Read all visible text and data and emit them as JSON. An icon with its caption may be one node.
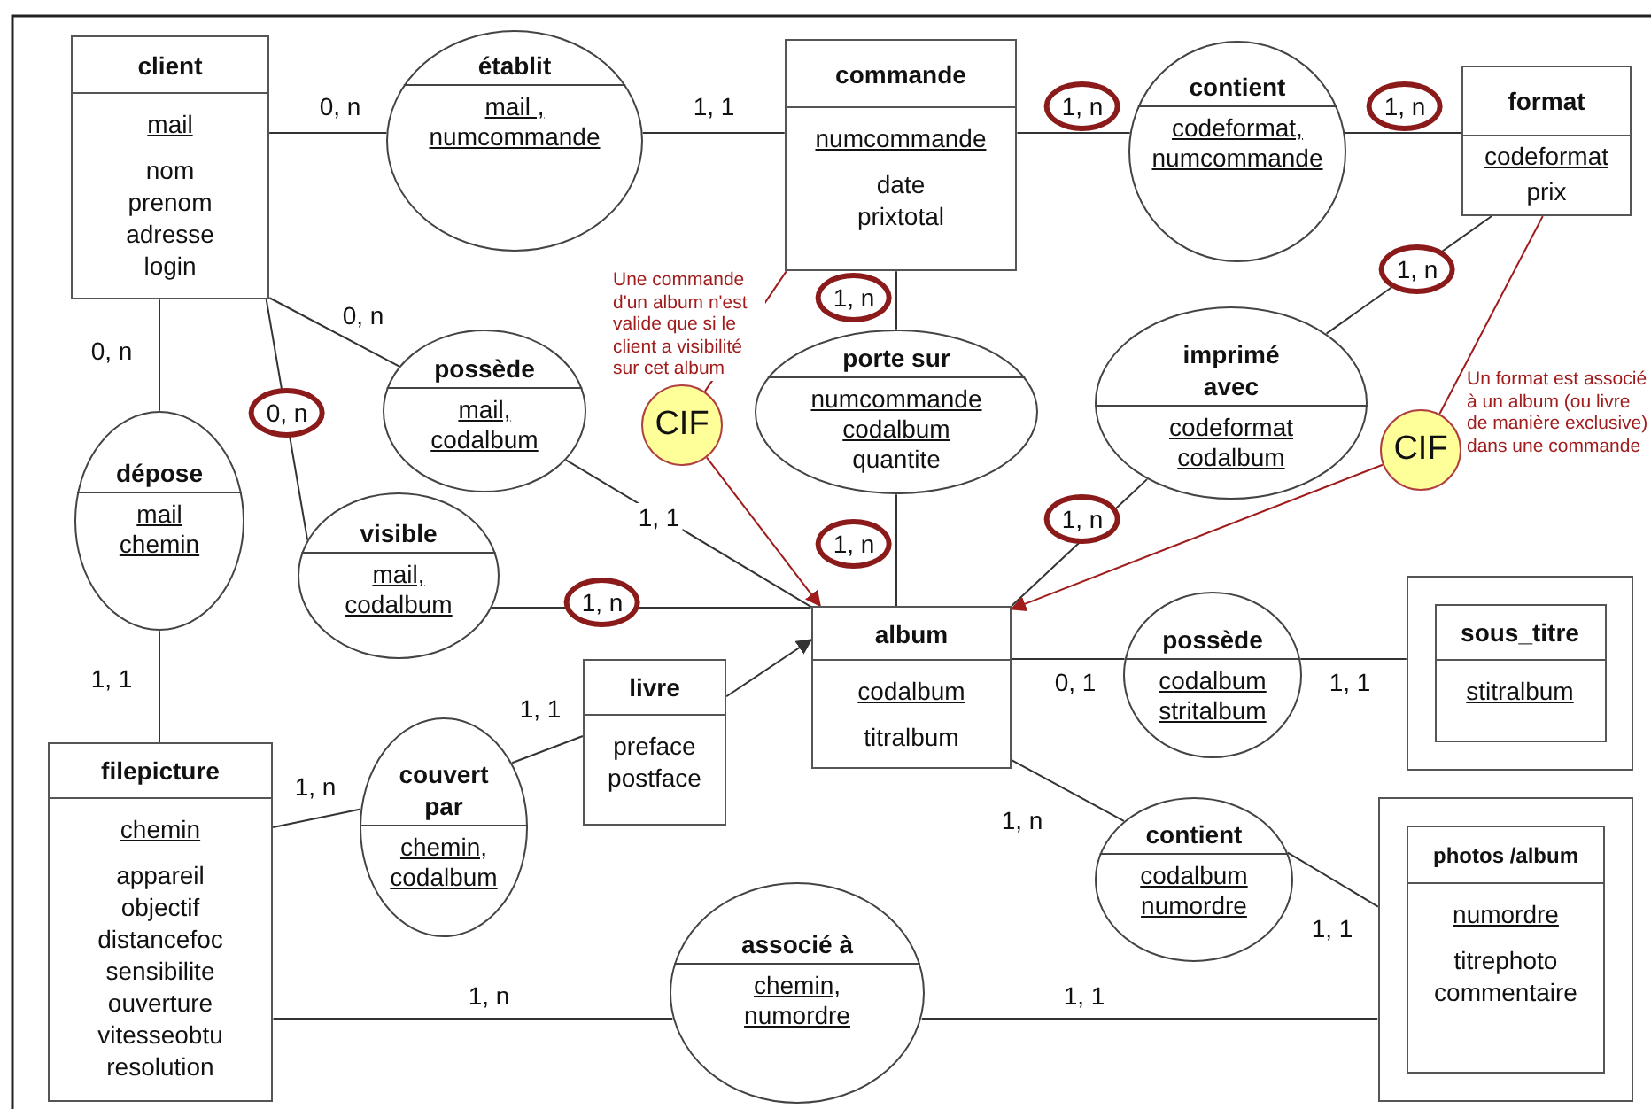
{
  "diagram": {
    "nodes": [
      {
        "text": [
          "client",
          "mail",
          "nom prenom adresse login"
        ]
      },
      {
        "text": [
          "établit",
          "mail , numcommande"
        ]
      },
      {
        "text": [
          "commande",
          "numcommande",
          "date prixtotal"
        ]
      },
      {
        "text": [
          "contient",
          "codeformat, numcommande"
        ]
      },
      {
        "text": [
          "format",
          "codeformat",
          "prix"
        ]
      },
      {
        "text": [
          "dépose",
          "mail chemin"
        ]
      },
      {
        "text": [
          "possède",
          "mail, codalbum"
        ]
      },
      {
        "text": [
          "visible",
          "mail, codalbum"
        ]
      },
      {
        "text": [
          "CIF"
        ],
        "beside": [
          "Une commande d'un album n'est valide que si le client a visibilité sur cet album"
        ]
      },
      {
        "text": [
          "porte sur",
          "numcommande codalbum",
          "quantite"
        ]
      },
      {
        "text": [
          "imprimé avec",
          "codeformat codalbum"
        ]
      },
      {
        "text": [
          "CIF"
        ],
        "beside": [
          "Un format est associé à un album (ou livre de manière exclusive) dans une commande"
        ]
      },
      {
        "text": [
          "album",
          "codalbum",
          "titralbum"
        ]
      },
      {
        "text": [
          "possède",
          "codalbum stritalbum"
        ]
      },
      {
        "text": [],
        "shape": "box"
      },
      {
        "text": [
          "sous_titre",
          "stitralbum"
        ],
        "in": 14
      },
      {
        "text": [
          "filepicture",
          "chemin",
          "appareil objectif distancefoc sensibilite ouverture vitesseobtu resolution"
        ]
      },
      {
        "text": [
          "couvert par",
          "chemin, codalbum"
        ]
      },
      {
        "text": [
          "livre",
          "preface postface"
        ]
      },
      {
        "text": [
          "contient",
          "codalbum numordre"
        ]
      },
      {
        "text": [],
        "shape": "box"
      },
      {
        "text": [
          "photos /album",
          "numordre",
          "titrephoto commentaire"
        ],
        "in": 20
      },
      {
        "text": [
          "associé à",
          "chemin, numordre"
        ]
      }
    ],
    "edges": [
      {
        "from": 0,
        "to": 1,
        "arrow": "none",
        "label": "0, n"
      },
      {
        "from": 1,
        "to": 2,
        "arrow": "none",
        "label": "1, 1"
      },
      {
        "from": 2,
        "to": 3,
        "arrow": "none",
        "label": "1, n"
      },
      {
        "from": 3,
        "to": 4,
        "arrow": "none",
        "label": "1, n"
      },
      {
        "from": 0,
        "to": 6,
        "arrow": "none",
        "label": "0, n"
      },
      {
        "from": 0,
        "to": 7,
        "arrow": "none",
        "label": "0, n"
      },
      {
        "from": 0,
        "to": 5,
        "arrow": "none",
        "label": "0, n"
      },
      {
        "from": 5,
        "to": 16,
        "arrow": "none",
        "label": "1, 1"
      },
      {
        "from": 2,
        "to": 9,
        "arrow": "none",
        "label": "1, n"
      },
      {
        "from": 9,
        "to": 12,
        "arrow": "none",
        "label": "1, n"
      },
      {
        "from": 4,
        "to": 10,
        "arrow": "none",
        "label": "1, n"
      },
      {
        "from": 10,
        "to": 12,
        "arrow": "none",
        "label": "1, n"
      },
      {
        "from": 6,
        "to": 12,
        "arrow": "none",
        "label": "1, 1"
      },
      {
        "from": 7,
        "to": 12,
        "arrow": "none",
        "label": "1, n"
      },
      {
        "from": 8,
        "to": 2,
        "arrow": "none",
        "color": "#a01c1c"
      },
      {
        "from": 8,
        "to": 12,
        "arrow": "to",
        "color": "#a01c1c"
      },
      {
        "from": 11,
        "to": 4,
        "arrow": "none",
        "color": "#a01c1c"
      },
      {
        "from": 11,
        "to": 12,
        "arrow": "to",
        "color": "#a01c1c"
      },
      {
        "from": 18,
        "to": 12,
        "arrow": "to"
      },
      {
        "from": 16,
        "to": 17,
        "arrow": "none",
        "label": "1, n"
      },
      {
        "from": 17,
        "to": 18,
        "arrow": "none",
        "label": "1, 1"
      },
      {
        "from": 12,
        "to": 13,
        "arrow": "none",
        "label": "0, 1"
      },
      {
        "from": 13,
        "to": 14,
        "arrow": "none",
        "label": "1, 1"
      },
      {
        "from": 12,
        "to": 19,
        "arrow": "none",
        "label": "1, n"
      },
      {
        "from": 19,
        "to": 20,
        "arrow": "none",
        "label": "1, 1"
      },
      {
        "from": 16,
        "to": 22,
        "arrow": "none",
        "label": "1, n"
      },
      {
        "from": 22,
        "to": 20,
        "arrow": "none",
        "label": "1, 1"
      }
    ]
  }
}
